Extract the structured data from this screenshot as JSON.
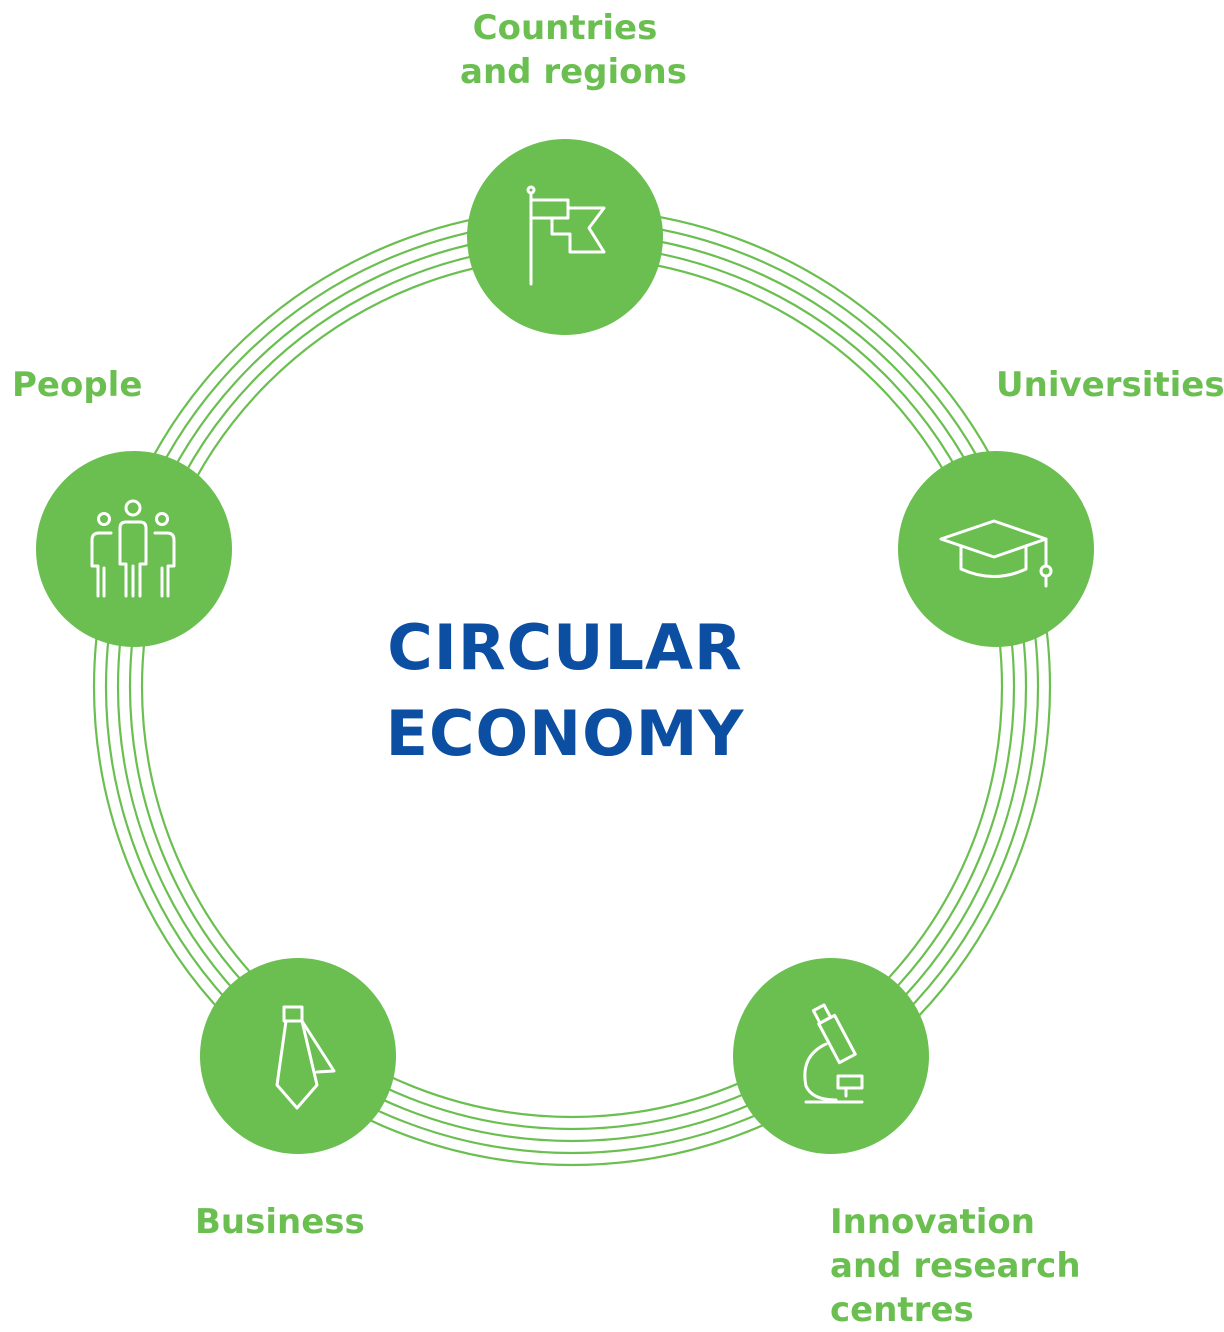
{
  "center": {
    "line1": "CIRCULAR",
    "line2": "ECONOMY"
  },
  "nodes": [
    {
      "id": "countries",
      "icon": "flag-icon",
      "lines": [
        "Countries",
        "and regions"
      ]
    },
    {
      "id": "universities",
      "icon": "graduation-cap-icon",
      "lines": [
        "Universities"
      ]
    },
    {
      "id": "innovation",
      "icon": "microscope-icon",
      "lines": [
        "Innovation",
        "and research",
        "centres"
      ]
    },
    {
      "id": "business",
      "icon": "necktie-icon",
      "lines": [
        "Business"
      ]
    },
    {
      "id": "people",
      "icon": "people-icon",
      "lines": [
        "People"
      ]
    }
  ],
  "colors": {
    "green": "#6abf50",
    "blue": "#0b4ea2",
    "icon_stroke": "#ffffff"
  }
}
